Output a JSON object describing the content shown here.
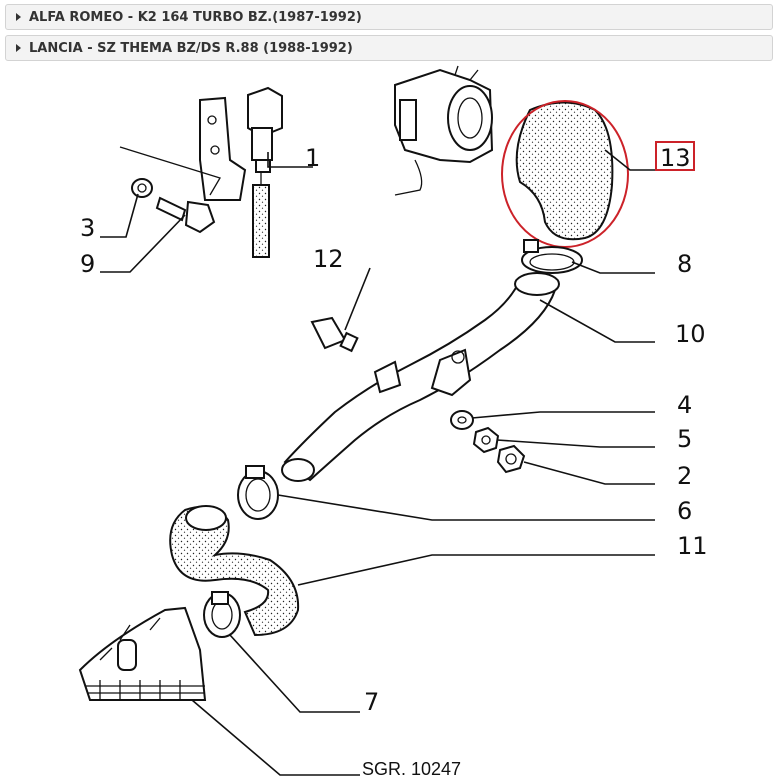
{
  "accordion": {
    "items": [
      {
        "label": "ALFA ROMEO - K2 164 TURBO BZ.(1987-1992)"
      },
      {
        "label": "LANCIA - SZ THEMA BZ/DS R.88 (1988-1992)"
      }
    ]
  },
  "diagram": {
    "callouts": [
      "1",
      "3",
      "9",
      "12",
      "13",
      "8",
      "10",
      "4",
      "5",
      "2",
      "6",
      "11",
      "7"
    ],
    "reference": "SGR. 10247",
    "highlighted_callout": "13",
    "highlight_color": "#cc2229"
  }
}
